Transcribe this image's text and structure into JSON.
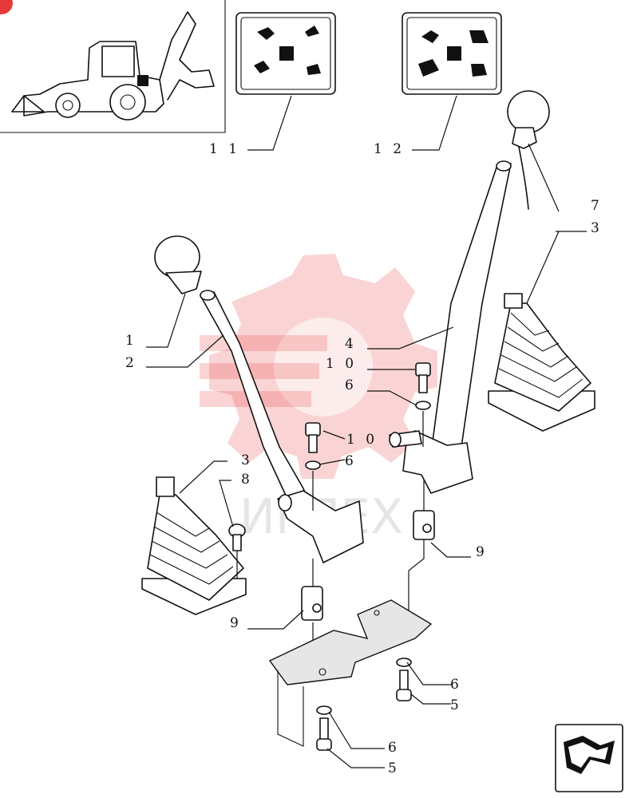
{
  "watermark": {
    "text": "ИРПЕХ"
  },
  "callouts": [
    {
      "id": "c11",
      "label": "1 1"
    },
    {
      "id": "c12",
      "label": "1 2"
    },
    {
      "id": "c7",
      "label": "7"
    },
    {
      "id": "c3a",
      "label": "3"
    },
    {
      "id": "c1",
      "label": "1"
    },
    {
      "id": "c2",
      "label": "2"
    },
    {
      "id": "c4",
      "label": "4"
    },
    {
      "id": "c10a",
      "label": "1 0"
    },
    {
      "id": "c6a",
      "label": "6"
    },
    {
      "id": "c10b",
      "label": "1 0"
    },
    {
      "id": "c6b",
      "label": "6"
    },
    {
      "id": "c3b",
      "label": "3"
    },
    {
      "id": "c8",
      "label": "8"
    },
    {
      "id": "c9a",
      "label": "9"
    },
    {
      "id": "c9b",
      "label": "9"
    },
    {
      "id": "c6c",
      "label": "6"
    },
    {
      "id": "c5a",
      "label": "5"
    },
    {
      "id": "c6d",
      "label": "6"
    },
    {
      "id": "c5b",
      "label": "5"
    }
  ],
  "colors": {
    "line": "#111111",
    "watermark": "#e8393a",
    "badge": "#e8393a"
  },
  "icons": [
    "backhoe-loader-thumbnail-icon",
    "control-decal-icon",
    "next-page-arrow-icon"
  ]
}
